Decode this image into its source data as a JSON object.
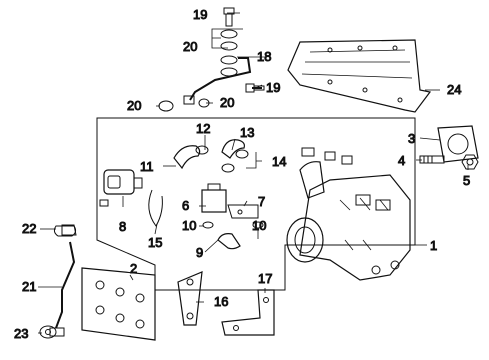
{
  "callouts": [
    {
      "id": "c1",
      "text": "1"
    },
    {
      "id": "c2",
      "text": "2"
    },
    {
      "id": "c3",
      "text": "3"
    },
    {
      "id": "c4",
      "text": "4"
    },
    {
      "id": "c5",
      "text": "5"
    },
    {
      "id": "c6",
      "text": "6"
    },
    {
      "id": "c7",
      "text": "7"
    },
    {
      "id": "c8",
      "text": "8"
    },
    {
      "id": "c9",
      "text": "9"
    },
    {
      "id": "c10a",
      "text": "10"
    },
    {
      "id": "c10b",
      "text": "10"
    },
    {
      "id": "c11",
      "text": "11"
    },
    {
      "id": "c12",
      "text": "12"
    },
    {
      "id": "c13",
      "text": "13"
    },
    {
      "id": "c14",
      "text": "14"
    },
    {
      "id": "c15",
      "text": "15"
    },
    {
      "id": "c16",
      "text": "16"
    },
    {
      "id": "c17",
      "text": "17"
    },
    {
      "id": "c18",
      "text": "18"
    },
    {
      "id": "c19a",
      "text": "19"
    },
    {
      "id": "c19b",
      "text": "19"
    },
    {
      "id": "c20a",
      "text": "20"
    },
    {
      "id": "c20b",
      "text": "20"
    },
    {
      "id": "c20c",
      "text": "20"
    },
    {
      "id": "c21",
      "text": "21"
    },
    {
      "id": "c22",
      "text": "22"
    },
    {
      "id": "c23",
      "text": "23"
    },
    {
      "id": "c24",
      "text": "24"
    }
  ]
}
